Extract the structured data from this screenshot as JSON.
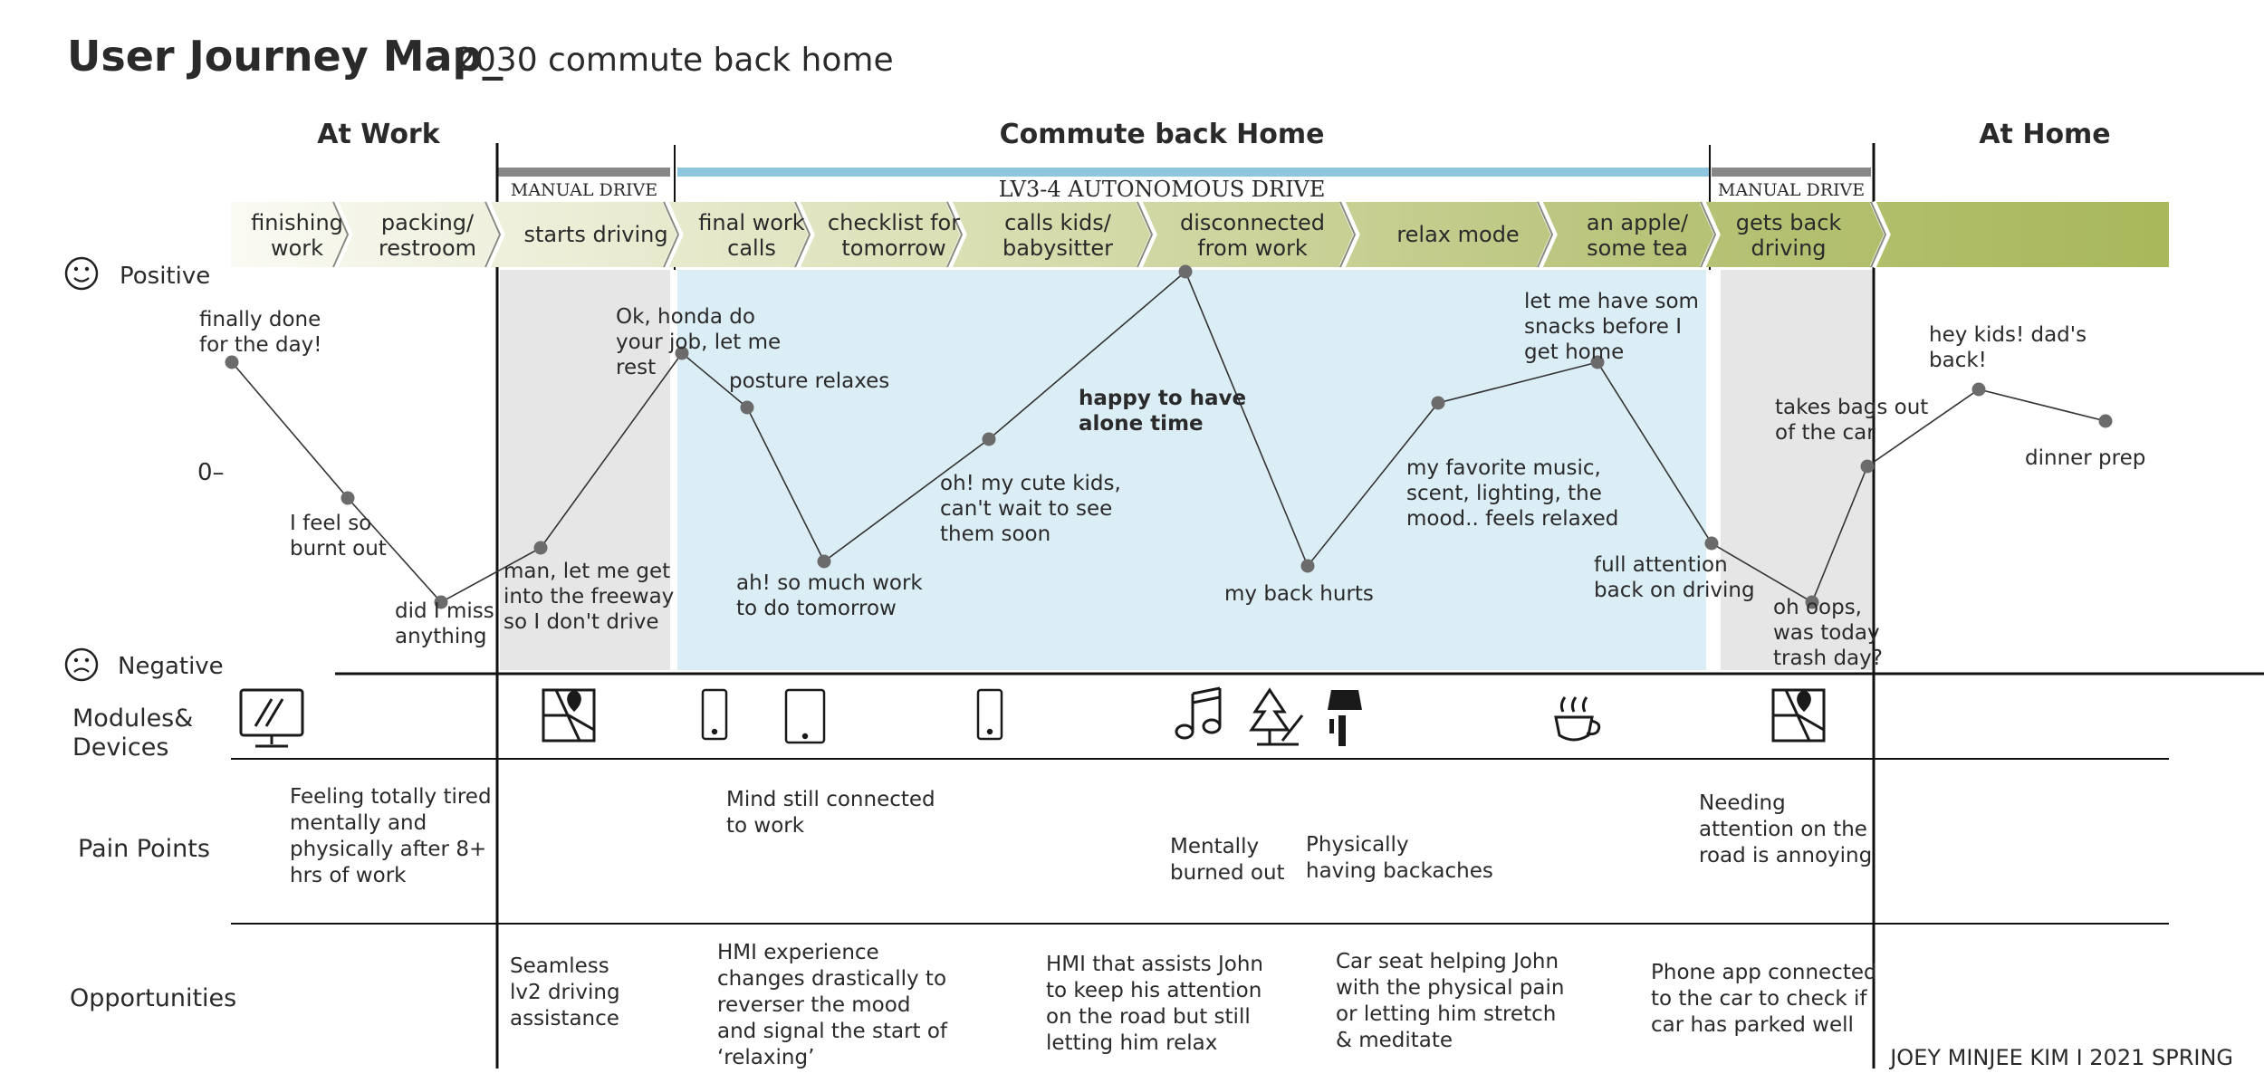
{
  "title": {
    "main": "User Journey Map_",
    "sub": "2030 commute back home"
  },
  "phases": [
    "At Work",
    "Commute back Home",
    "At Home"
  ],
  "drive_modes": {
    "manual_1": "MANUAL DRIVE",
    "autonomous": "LV3-4 AUTONOMOUS DRIVE",
    "manual_2": "MANUAL DRIVE"
  },
  "steps": [
    [
      "finishing",
      "work"
    ],
    [
      "packing/",
      "restroom"
    ],
    [
      "starts driving"
    ],
    [
      "final work",
      "calls"
    ],
    [
      "checklist for",
      "tomorrow"
    ],
    [
      "calls kids/",
      "babysitter"
    ],
    [
      "disconnected",
      "from work"
    ],
    [
      "relax mode"
    ],
    [
      "an apple/",
      "some tea"
    ],
    [
      "gets back",
      "driving"
    ]
  ],
  "scale": {
    "positive": "Positive",
    "zero": "0–",
    "negative": "Negative"
  },
  "chart_data": {
    "type": "line",
    "y_meaning": "emotion (positive to negative)",
    "ylim": [
      -3,
      3
    ],
    "points": [
      {
        "y": 1.2,
        "label": [
          "finally done",
          "for the day!"
        ]
      },
      {
        "y": -0.3,
        "label": [
          "I feel so",
          "burnt out"
        ]
      },
      {
        "y": -1.45,
        "label": [
          "did I miss",
          "anything"
        ]
      },
      {
        "y": -0.85,
        "label": [
          "man, let me get",
          "into the freeway",
          "so I don't drive"
        ]
      },
      {
        "y": 1.3,
        "label": [
          "Ok, honda do",
          "your job, let me",
          "rest"
        ]
      },
      {
        "y": 0.7,
        "label": [
          "posture relaxes"
        ]
      },
      {
        "y": -1.0,
        "label": [
          "ah! so much work",
          "to do tomorrow"
        ]
      },
      {
        "y": 0.35,
        "label": [
          "oh! my cute kids,",
          "can't wait to see",
          "them soon"
        ]
      },
      {
        "y": 2.2,
        "label": [
          "happy to have",
          "alone time"
        ],
        "bold": true
      },
      {
        "y": -1.05,
        "label": [
          "my back hurts"
        ]
      },
      {
        "y": 0.75,
        "label": [
          "my favorite music,",
          "scent, lighting, the",
          "mood.. feels relaxed"
        ]
      },
      {
        "y": 1.2,
        "label": [
          "let me have som",
          "snacks before I",
          "get home"
        ]
      },
      {
        "y": -0.8,
        "label": [
          "full attention",
          "back on driving"
        ]
      },
      {
        "y": -1.45,
        "label": [
          "oh oops,",
          "was today",
          "trash day?"
        ]
      },
      {
        "y": 0.05,
        "label": [
          "takes bags out",
          "of the car"
        ]
      },
      {
        "y": 0.9,
        "label": [
          "hey kids! dad's",
          "back!"
        ]
      },
      {
        "y": 0.55,
        "label": [
          "dinner prep"
        ]
      }
    ]
  },
  "rows": {
    "modules": [
      "Modules&",
      "Devices"
    ],
    "pain": "Pain Points",
    "opps": "Opportunities"
  },
  "icons": [
    "computer-icon",
    "map-icon",
    "phone-icon",
    "tablet-icon",
    "phone-icon",
    "music-icon",
    "tree-icon",
    "lamp-icon",
    "tea-cup-icon",
    "map-icon"
  ],
  "pain_points": [
    [
      "Feeling totally tired",
      "mentally and",
      "physically after 8+",
      "hrs of work"
    ],
    [
      "Mind still connected",
      "to work"
    ],
    [
      "Mentally",
      "burned out"
    ],
    [
      "Physically",
      "having backaches"
    ],
    [
      "Needing",
      "attention on the",
      "road is annoying"
    ]
  ],
  "opportunities": [
    [
      "Seamless",
      "lv2 driving",
      "assistance"
    ],
    [
      "HMI experience",
      "changes drastically to",
      "reverser the mood",
      "and signal the start of",
      "‘relaxing’"
    ],
    [
      "HMI that assists John",
      "to keep his attention",
      "on the road but still",
      "letting him relax"
    ],
    [
      "Car seat helping John",
      "with the physical pain",
      "or letting him stretch",
      "& meditate"
    ],
    [
      "Phone app connected",
      "to the car to check if",
      "car has parked well"
    ]
  ],
  "footer": "JOEY MINJEE KIM  I  2021 SPRING",
  "colors": {
    "autonomous_zone": "#dbedf5",
    "manual_zone": "#e6e6e6",
    "autonomous_bar": "#8ec5df",
    "manual_bar": "#888888",
    "band_end": "#a8b85a",
    "band_start": "#fafaf4",
    "line": "#333333",
    "point": "#6b6b6b"
  }
}
